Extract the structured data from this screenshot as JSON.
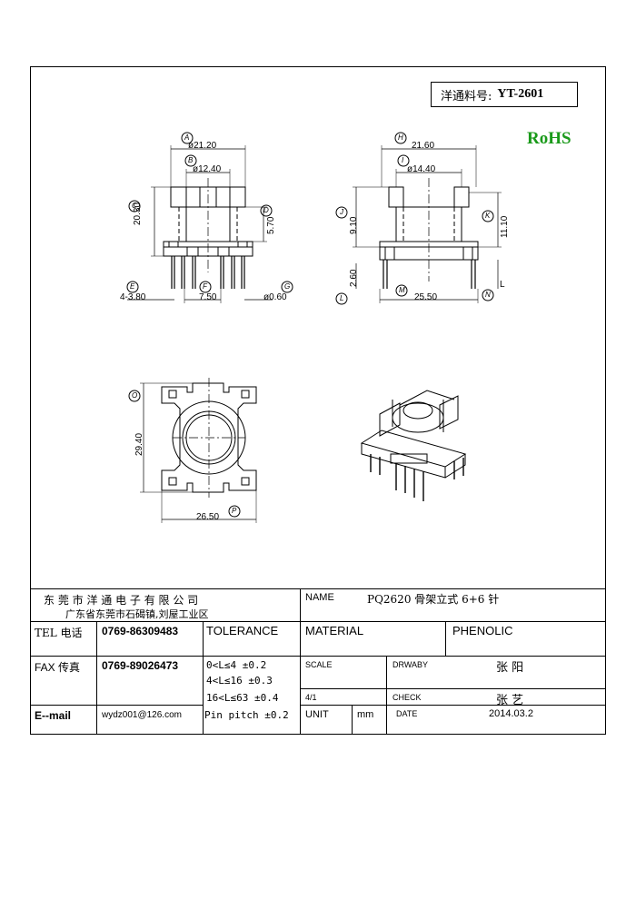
{
  "part": {
    "label": "洋通料号:",
    "number": "YT-2601"
  },
  "rohs": "RoHS",
  "dimensions": {
    "a": "ø21.20",
    "b": "ø12.40",
    "c": "20.30",
    "d": "5.70",
    "e": "4-3.80",
    "f": "7.50",
    "g": "ø0.60",
    "h": "21.60",
    "i": "ø14.40",
    "j": "9.10",
    "k": "11.10",
    "l": "2.60",
    "m": "25.50",
    "n": "L",
    "o": "29.40",
    "p": "26.50"
  },
  "markers": [
    "A",
    "B",
    "C",
    "D",
    "E",
    "F",
    "G",
    "H",
    "I",
    "J",
    "K",
    "L",
    "M",
    "N",
    "O",
    "P"
  ],
  "title_block": {
    "company": "东 莞 市 洋 通 电 子 有 限 公 司",
    "address": "广东省东莞市石碣镇,刘屋工业区",
    "name_label": "NAME",
    "name_value": "PQ2620 骨架立式 6+6 针",
    "tel_label": "TEL 电话",
    "tel_value": "0769-86309483",
    "tolerance_label": "TOLERANCE",
    "material_label": "MATERIAL",
    "material_value": "PHENOLIC",
    "fax_label": "FAX 传真",
    "fax_value": "0769-89026473",
    "tol_1": "0<L≤4   ±0.2",
    "tol_2": "4<L≤16  ±0.3",
    "tol_3": "16<L≤63 ±0.4",
    "tol_4": "Pin pitch ±0.2",
    "scale_label": "SCALE",
    "scale_value": "4/1",
    "drawby_label": "DRWABY",
    "drawby_value": "张 阳",
    "check_label": "CHECK",
    "check_value": "张 艺",
    "email_label": "E--mail",
    "email_value": "wydz001@126.com",
    "unit_label": "UNIT",
    "unit_value": "mm",
    "date_label": "DATE",
    "date_value": "2014.03.2"
  }
}
